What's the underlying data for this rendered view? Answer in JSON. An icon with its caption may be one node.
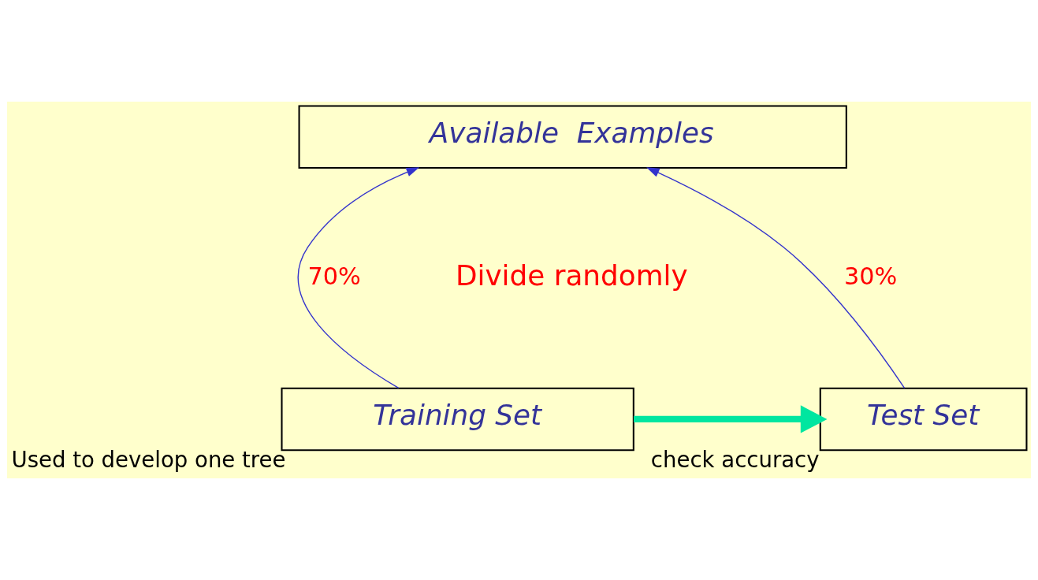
{
  "diagram": {
    "nodes": [
      {
        "text": [
          "Available  Examples"
        ]
      },
      {
        "text": [
          "Training Set"
        ],
        "beside": [
          "Used to develop one tree"
        ]
      },
      {
        "text": [
          "Test Set"
        ],
        "beside": [
          "check accuracy"
        ]
      }
    ],
    "edges": [
      {
        "from": 1,
        "to": 0,
        "arrow": "to",
        "label": "70%"
      },
      {
        "from": 2,
        "to": 0,
        "arrow": "to",
        "label": "30%"
      },
      {
        "from": 1,
        "to": 2,
        "arrow": "to",
        "style": "thick",
        "color": "#00e6a0"
      }
    ],
    "labels": [
      "Divide randomly"
    ]
  }
}
